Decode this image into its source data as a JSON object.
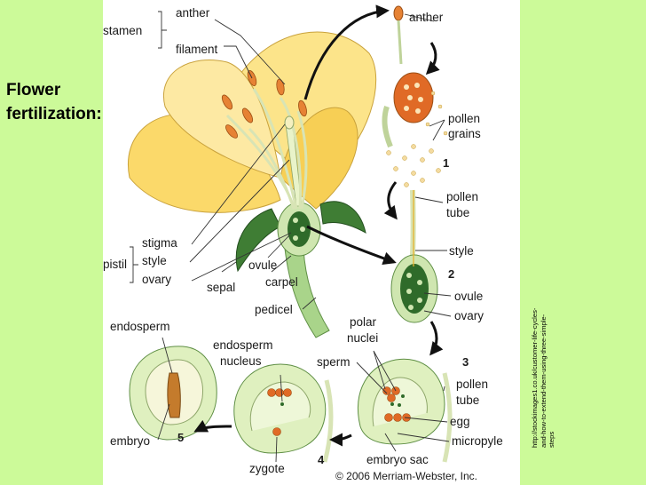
{
  "slide": {
    "title_lines": [
      "Flower",
      "fertilization:"
    ],
    "source_url_lines": [
      "http://stockimages1.co.uk/customer-life-cycles-",
      "and-how-to-extend-them-using-three-simple-",
      "steps"
    ],
    "colors": {
      "background": "#ccfa99",
      "panel": "#ffffff",
      "petal": "#fbd96a",
      "ovary": "#2f6b2a"
    }
  },
  "diagram": {
    "labels": {
      "stamen": "stamen",
      "anther": "anther",
      "filament": "filament",
      "anther_detail": "anther",
      "pollen_grains_1": "pollen",
      "pollen_grains_2": "grains",
      "pistil": "pistil",
      "stigma": "stigma",
      "style": "style",
      "ovary": "ovary",
      "ovule": "ovule",
      "sepal": "sepal",
      "carpel": "carpel",
      "pedicel": "pedicel",
      "pollen_tube_1": "pollen",
      "pollen_tube_2": "tube",
      "style_2": "style",
      "ovule_2": "ovule",
      "ovary_2": "ovary",
      "polar_nuclei_1": "polar",
      "polar_nuclei_2": "nuclei",
      "sperm": "sperm",
      "pollen_tube_3a": "pollen",
      "pollen_tube_3b": "tube",
      "egg": "egg",
      "micropyle": "micropyle",
      "embryo_sac": "embryo sac",
      "endosperm_nucleus_1": "endosperm",
      "endosperm_nucleus_2": "nucleus",
      "zygote": "zygote",
      "endosperm": "endosperm",
      "embryo": "embryo"
    },
    "steps": [
      "1",
      "2",
      "3",
      "4",
      "5"
    ],
    "copyright": "© 2006 Merriam-Webster, Inc."
  }
}
